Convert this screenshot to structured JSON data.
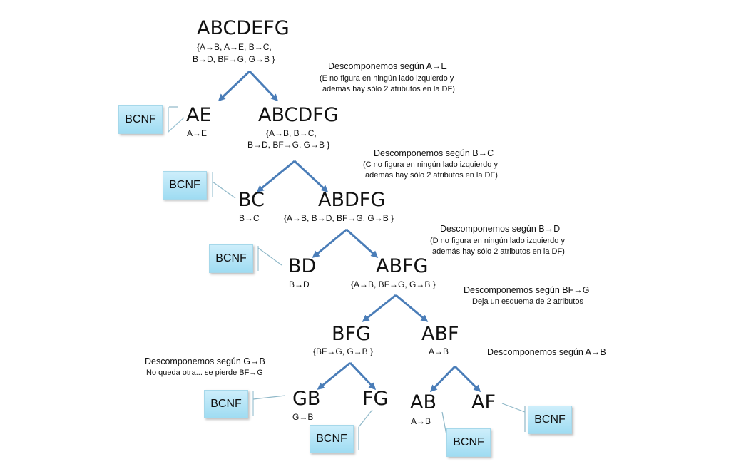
{
  "nodes": {
    "root": {
      "name": "ABCDEFG",
      "fd_line1": "{A→B, A→E, B→C,",
      "fd_line2": "B→D, BF→G, G→B }"
    },
    "ae": {
      "name": "AE",
      "fd": "A→E"
    },
    "abcdfg": {
      "name": "ABCDFG",
      "fd_line1": "{A→B, B→C,",
      "fd_line2": "B→D, BF→G, G→B }"
    },
    "bc": {
      "name": "BC",
      "fd": "B→C"
    },
    "abdfg": {
      "name": "ABDFG",
      "fd": "{A→B, B→D, BF→G, G→B }"
    },
    "bd": {
      "name": "BD",
      "fd": "B→D"
    },
    "abfg": {
      "name": "ABFG",
      "fd": "{A→B, BF→G, G→B }"
    },
    "bfg": {
      "name": "BFG",
      "fd": "{BF→G, G→B }"
    },
    "abf": {
      "name": "ABF",
      "fd": "A→B"
    },
    "gb": {
      "name": "GB",
      "fd": "G→B"
    },
    "fg": {
      "name": "FG"
    },
    "ab": {
      "name": "AB",
      "fd": "A→B"
    },
    "af": {
      "name": "AF"
    }
  },
  "notes": {
    "n1": {
      "title": "Descomponemos según A→E",
      "line1": "(E no figura en ningún lado izquierdo y",
      "line2": "además hay sólo 2 atributos  en la DF)"
    },
    "n2": {
      "title": "Descomponemos según B→C",
      "line1": "(C no figura en ningún lado izquierdo y",
      "line2": "además hay sólo 2 atributos  en la DF)"
    },
    "n3": {
      "title": "Descomponemos según B→D",
      "line1": "(D no figura en ningún lado izquierdo y",
      "line2": "además hay sólo 2 atributos  en la DF)"
    },
    "n4": {
      "title": "Descomponemos según BF→G",
      "line1": "Deja un esquema de 2 atributos"
    },
    "n5": {
      "title": "Descomponemos según A→B"
    },
    "n6": {
      "title": "Descomponemos según G→B",
      "line1": "No queda otra... se pierde BF→G"
    }
  },
  "bcnf_label": "BCNF",
  "colors": {
    "arrow": "#4a7db8",
    "bcnf_box": "#b5e5f7"
  }
}
